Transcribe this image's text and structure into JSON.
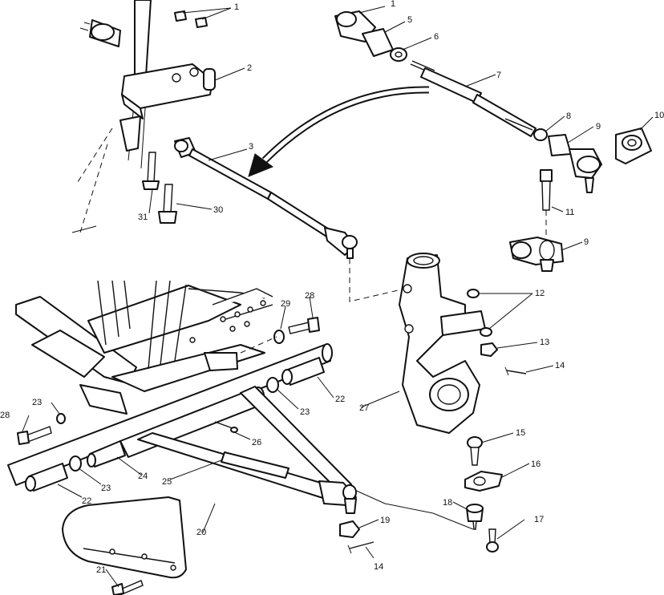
{
  "figure": {
    "callouts": [
      "1",
      "1",
      "2",
      "3",
      "5",
      "6",
      "7",
      "8",
      "9",
      "9",
      "10",
      "11",
      "12",
      "13",
      "14",
      "14",
      "15",
      "16",
      "17",
      "18",
      "19",
      "20",
      "21",
      "22",
      "22",
      "23",
      "23",
      "23",
      "24",
      "25",
      "26",
      "27",
      "28",
      "28",
      "29",
      "30",
      "31"
    ]
  }
}
